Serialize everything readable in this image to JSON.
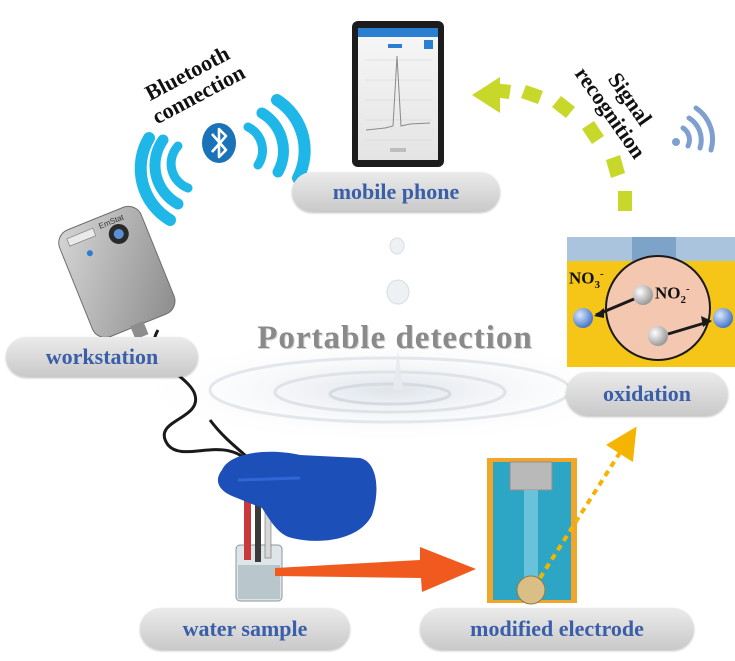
{
  "labels": {
    "bluetooth_line1": "Bluetooth",
    "bluetooth_line2": "connection",
    "signal_line1": "Signal",
    "signal_line2": "recognition",
    "mobile_phone": "mobile phone",
    "workstation": "workstation",
    "center_title": "Portable detection",
    "oxidation": "oxidation",
    "water_sample": "water sample",
    "modified_electrode": "modified electrode",
    "device_brand": "EmStat"
  },
  "chem": {
    "nitrate": "NO",
    "nitrate_sub": "3",
    "nitrate_sup": "-",
    "nitrite": "NO",
    "nitrite_sub": "2",
    "nitrite_sup": "-"
  },
  "colors": {
    "pill_text": "#3a5fa8",
    "bluetooth_wave": "#1fb6e8",
    "bluetooth_badge": "#1a72b8",
    "signal_arrow": "#c8d82a",
    "wifi": "#7f9fcf",
    "workstation_body": "#b7b7b7",
    "oxidation_bg": "#f5c518",
    "oxidation_top": "#a9c4dc",
    "circle_fill": "#f4c7b0",
    "electrode_blue": "#37a9c8",
    "electrode_border": "#f2a52b",
    "red_arrow": "#f05a1e",
    "dashed_arrow": "#f4b400",
    "glove": "#1d4fb8"
  },
  "icons": [
    "bluetooth-icon",
    "wifi-signal-icon",
    "mobile-phone",
    "workstation-device",
    "beaker",
    "electrode-chip"
  ]
}
